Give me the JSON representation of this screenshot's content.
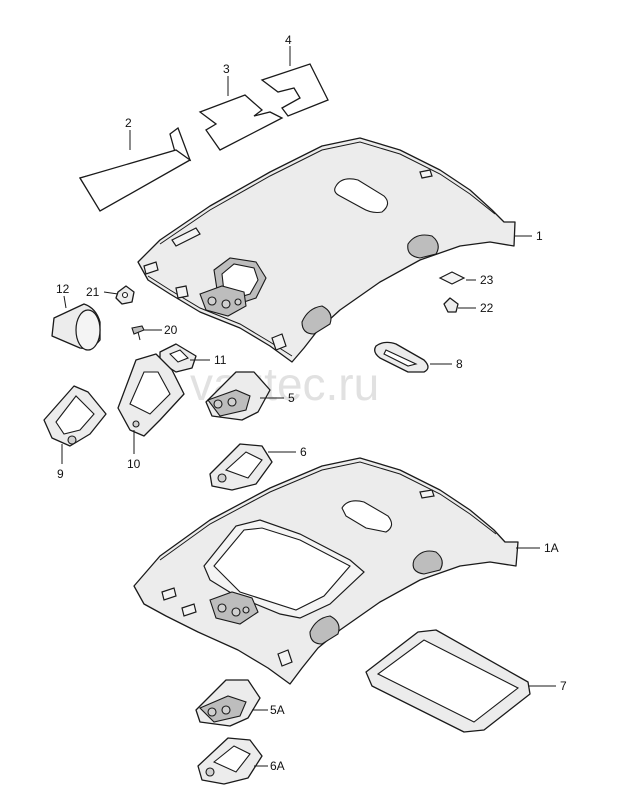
{
  "watermark": "vagtec.ru",
  "callouts": {
    "c1": "1",
    "c1a": "1A",
    "c2": "2",
    "c3": "3",
    "c4": "4",
    "c5": "5",
    "c5a": "5A",
    "c6": "6",
    "c6a": "6A",
    "c7": "7",
    "c8": "8",
    "c9": "9",
    "c10": "10",
    "c11": "11",
    "c12": "12",
    "c20": "20",
    "c21": "21",
    "c22": "22",
    "c23": "23"
  }
}
